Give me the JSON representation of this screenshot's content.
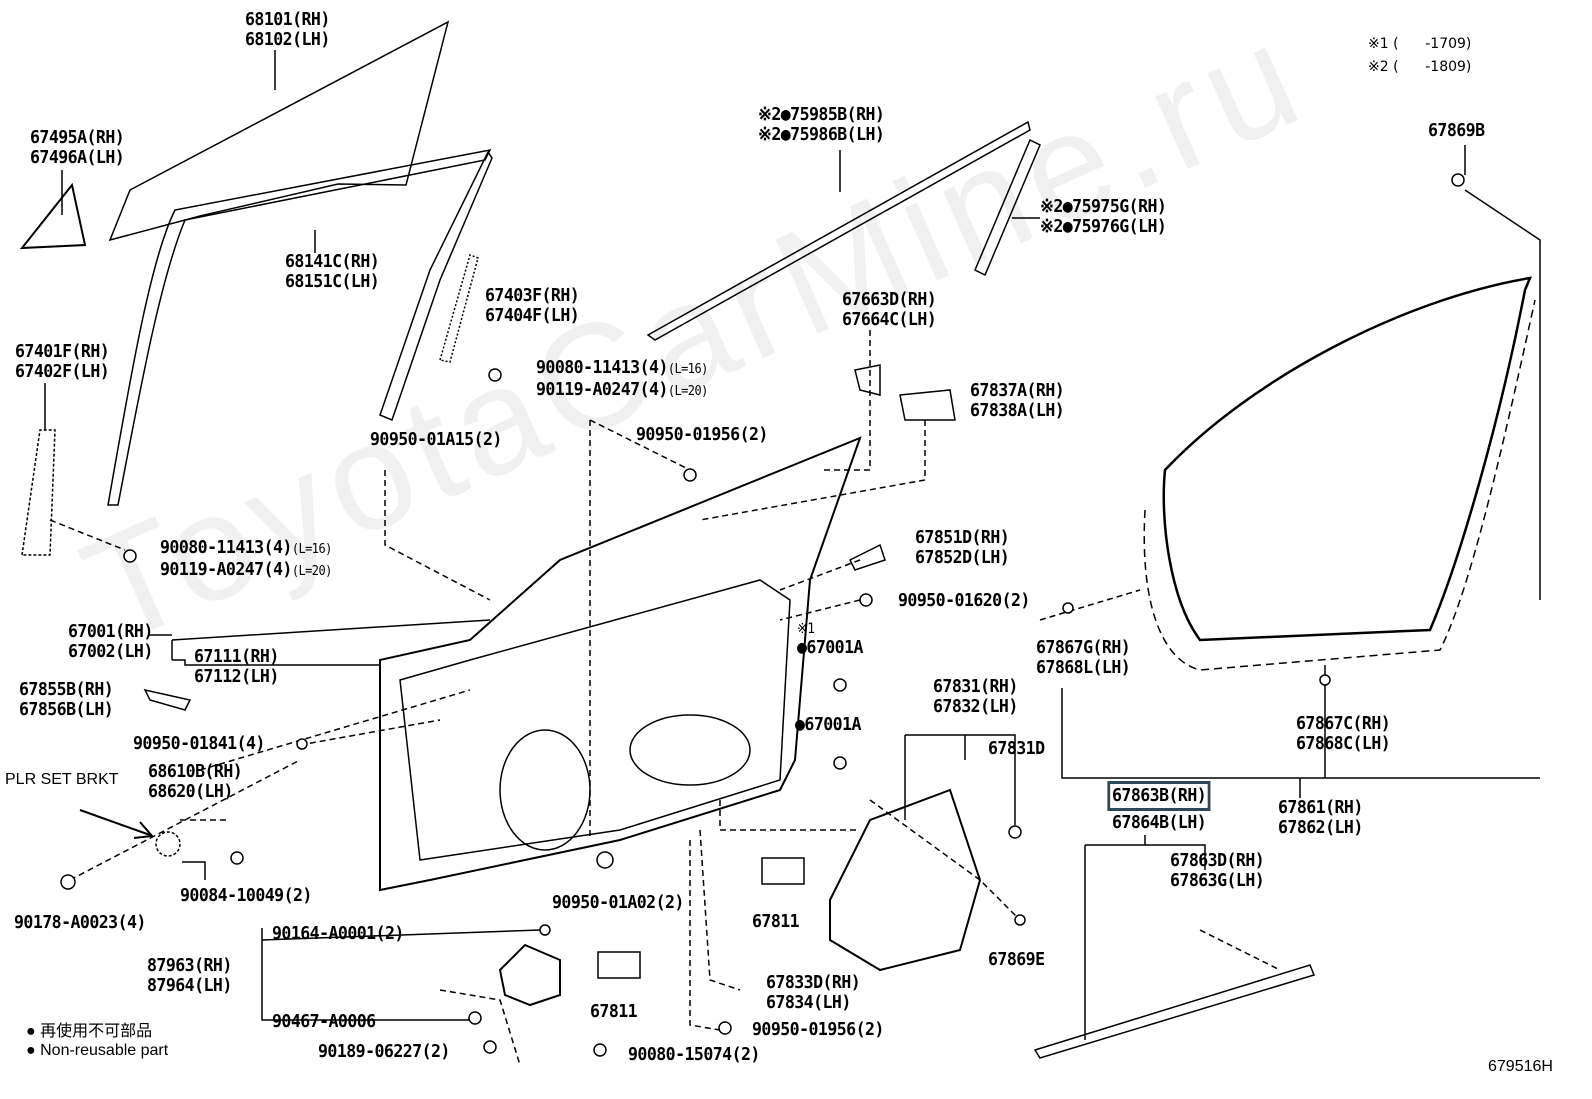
{
  "watermark": "ToyotaCarMine.ru",
  "notes": [
    "※1 (      -1709)",
    "※2 (      -1809)"
  ],
  "diagram_id": "679516H",
  "legend": {
    "ja": "再使用不可部品",
    "en": "Non-reusable part",
    "symbol": "●"
  },
  "plr_set_brkt": "PLR SET BRKT",
  "highlight_color": "#2f4856",
  "labels": [
    [
      "68101(RH)",
      "68102(LH)"
    ],
    [
      "67495A(RH)",
      "67496A(LH)"
    ],
    [
      "68141C(RH)",
      "68151C(LH)"
    ],
    [
      "67403F(RH)",
      "67404F(LH)"
    ],
    [
      "67401F(RH)",
      "67402F(LH)"
    ],
    [
      "90080-11413(4)",
      "(L=16)",
      "90119-A0247(4)",
      "(L=20)"
    ],
    [
      "90950-01A15(2)"
    ],
    [
      "90950-01956(2)"
    ],
    [
      "※2●75985B(RH)",
      "※2●75986B(LH)"
    ],
    [
      "※2●75975G(RH)",
      "※2●75976G(LH)"
    ],
    [
      "67663D(RH)",
      "67664C(LH)"
    ],
    [
      "67837A(RH)",
      "67838A(LH)"
    ],
    [
      "67869B"
    ],
    [
      "90080-11413(4)",
      "(L=16)",
      "90119-A0247(4)",
      "(L=20)"
    ],
    [
      "67851D(RH)",
      "67852D(LH)"
    ],
    [
      "90950-01620(2)"
    ],
    [
      "67867G(RH)",
      "67868L(LH)"
    ],
    [
      "※1",
      "●67001A"
    ],
    [
      "67001(RH)",
      "67002(LH)"
    ],
    [
      "67111(RH)",
      "67112(LH)"
    ],
    [
      "67855B(RH)",
      "67856B(LH)"
    ],
    [
      "●67001A"
    ],
    [
      "67831(RH)",
      "67832(LH)"
    ],
    [
      "67831D"
    ],
    [
      "67867C(RH)",
      "67868C(LH)"
    ],
    [
      "90950-01841(4)"
    ],
    [
      "68610B(RH)",
      "68620(LH)"
    ],
    [
      "67863B(RH)",
      "67864B(LH)"
    ],
    [
      "67861(RH)",
      "67862(LH)"
    ],
    [
      "67863D(RH)",
      "67863G(LH)"
    ],
    [
      "90084-10049(2)"
    ],
    [
      "90950-01A02(2)"
    ],
    [
      "67811"
    ],
    [
      "90178-A0023(4)"
    ],
    [
      "90164-A0001(2)"
    ],
    [
      "87963(RH)",
      "87964(LH)"
    ],
    [
      "67869E"
    ],
    [
      "67833D(RH)",
      "67834(LH)"
    ],
    [
      "67811"
    ],
    [
      "90467-A0006"
    ],
    [
      "90950-01956(2)"
    ],
    [
      "90189-06227(2)"
    ],
    [
      "90080-15074(2)"
    ]
  ]
}
